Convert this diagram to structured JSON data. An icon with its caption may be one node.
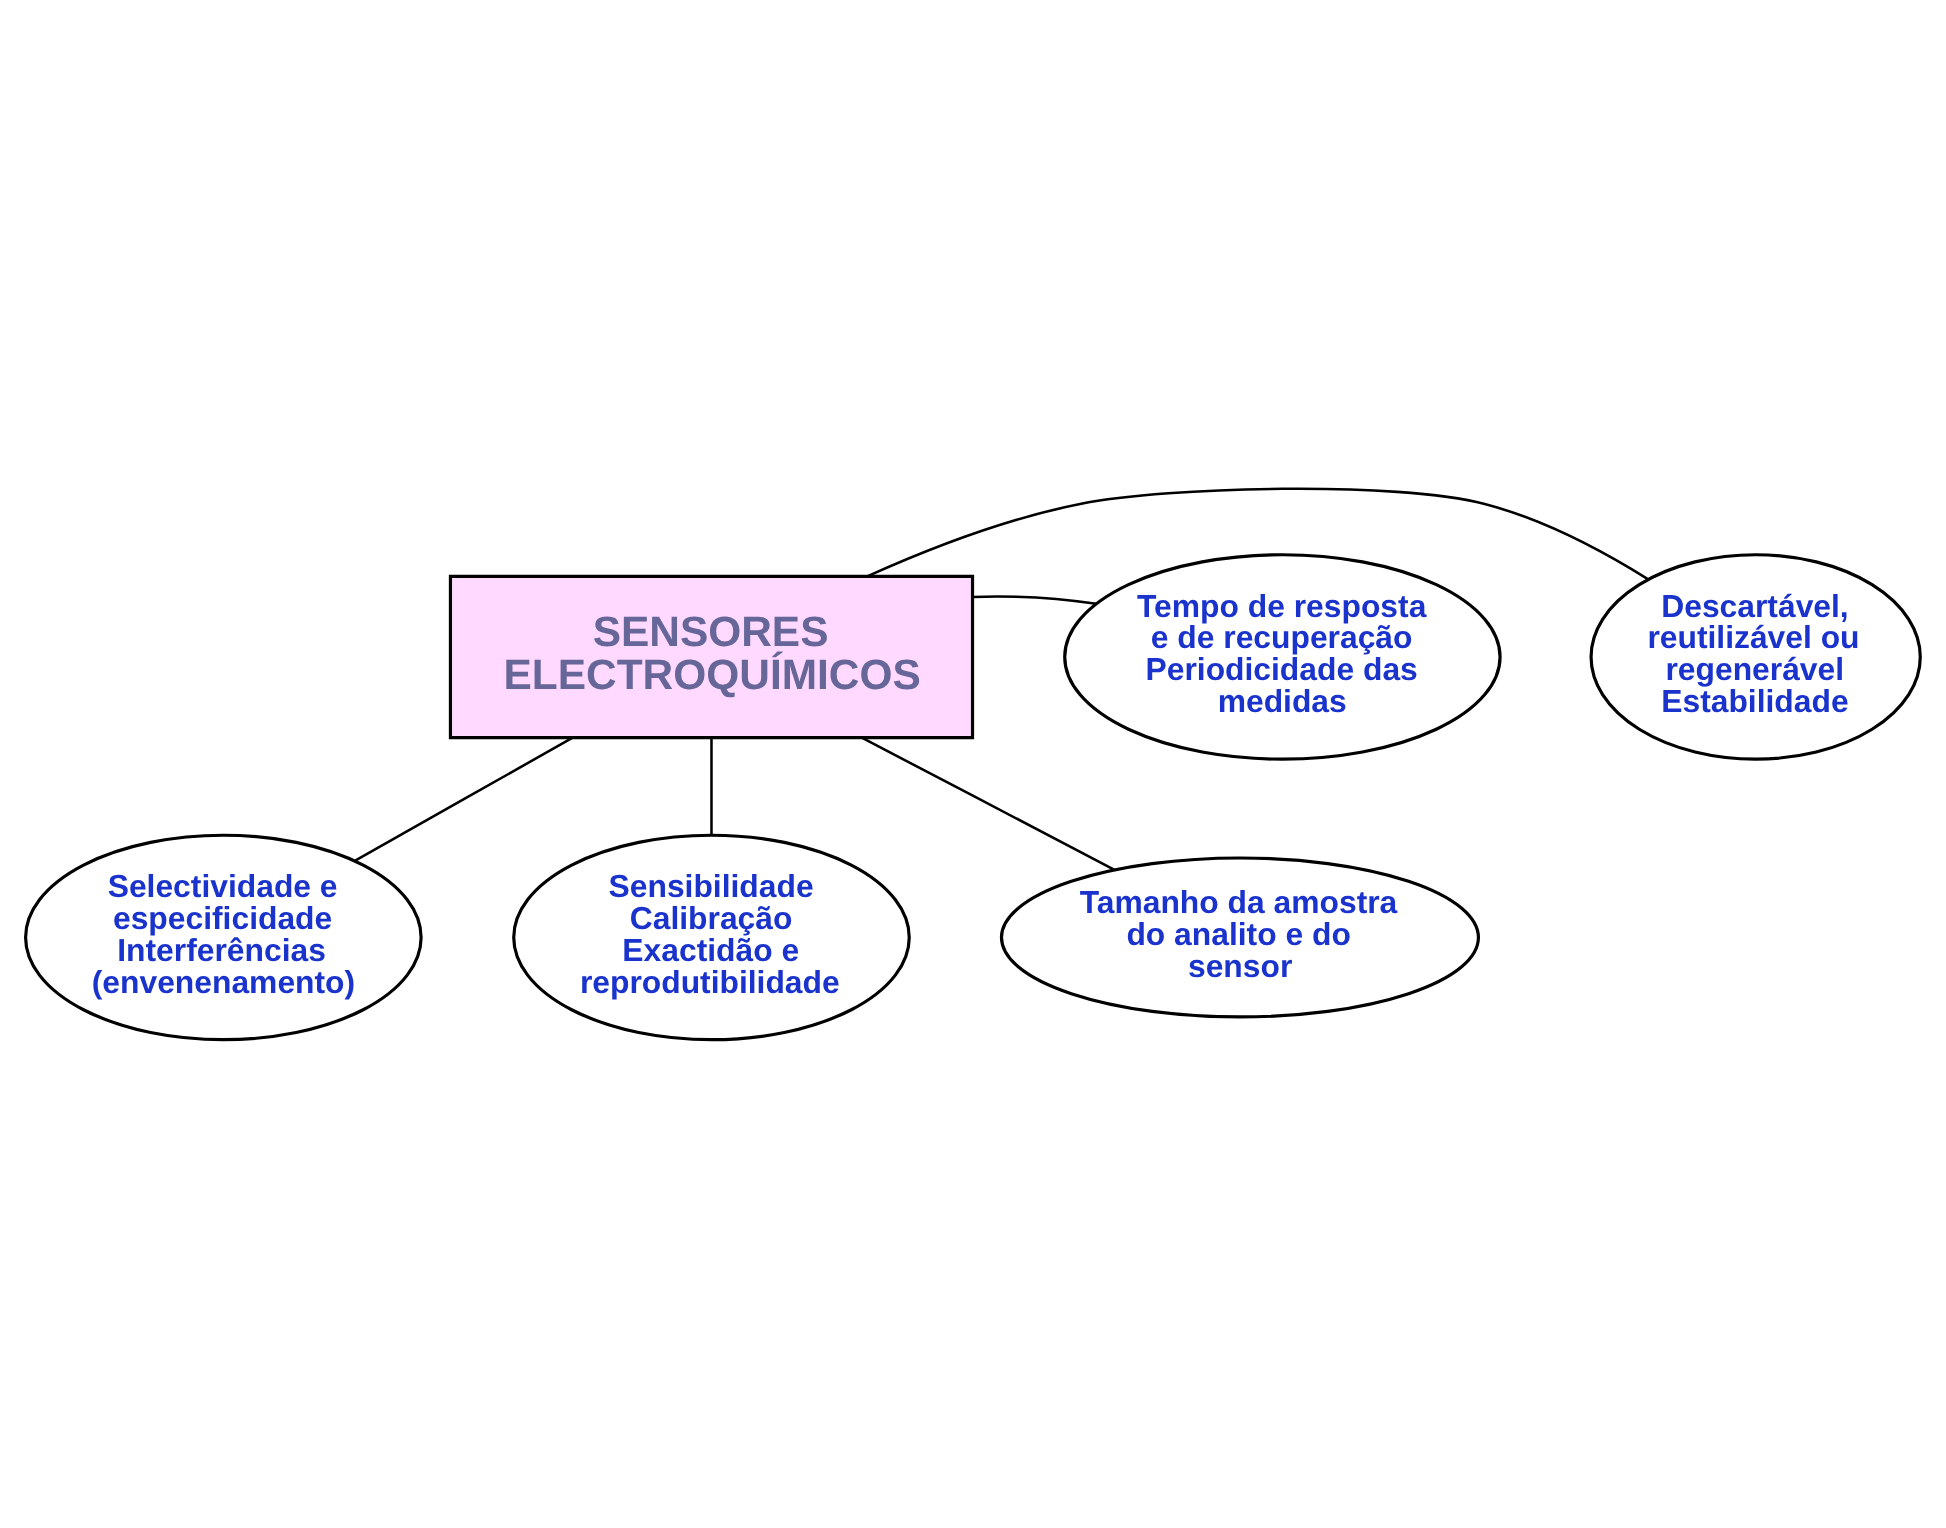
{
  "diagram": {
    "nodes": [
      {
        "text": [
          "Selectividade e especificidade",
          "Interferências (envenenamento)"
        ]
      },
      {
        "text": [
          "Sensibilidade",
          "Calibração",
          "Exactidão e reprodutibilidade"
        ]
      },
      {
        "text": [
          "SENSORES ELECTROQUÍMICOS"
        ]
      },
      {
        "text": [
          "Descartável, reutilizável ou regenerável",
          "Estabilidade"
        ]
      },
      {
        "text": [
          "Tempo de resposta e de recuperação",
          "Periodicidade das medidas"
        ]
      },
      {
        "text": [
          "Tamanho da amostra do analito e do sensor"
        ]
      }
    ],
    "edges": [
      {
        "from": 2,
        "to": 0,
        "arrow": "none"
      },
      {
        "from": 2,
        "to": 1,
        "arrow": "none"
      },
      {
        "from": 2,
        "to": 3,
        "arrow": "none"
      },
      {
        "from": 2,
        "to": 4,
        "arrow": "none"
      },
      {
        "from": 2,
        "to": 5,
        "arrow": "none"
      }
    ]
  }
}
